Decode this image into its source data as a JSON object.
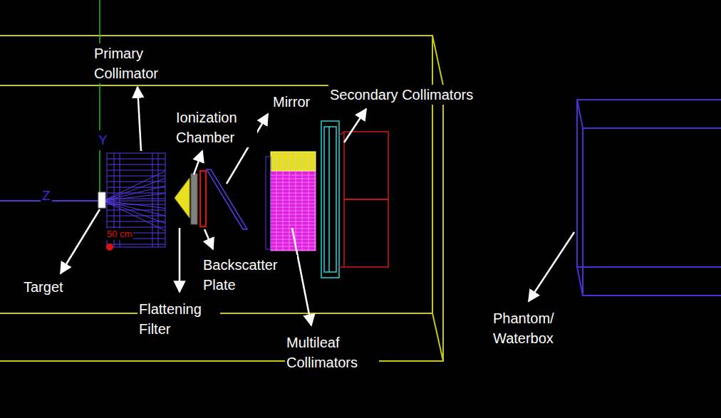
{
  "diagram": {
    "labels": [
      "Primary Collimator",
      "Ionization Chamber",
      "Mirror",
      "Secondary Collimators",
      "Target",
      "Flattening Filter",
      "Backscatter Plate",
      "Multileaf Collimators",
      "Phantom/ Waterbox",
      "Y",
      "Z",
      "50 cm"
    ]
  }
}
